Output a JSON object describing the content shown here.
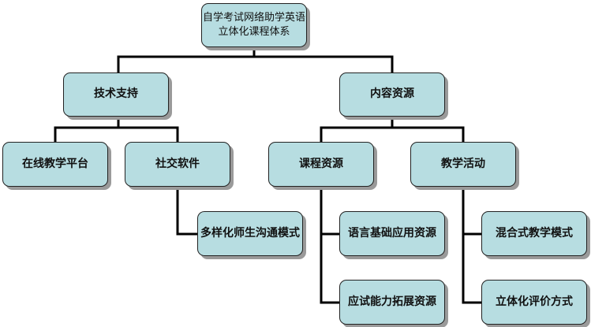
{
  "root": {
    "line1": "自学考试网络助学英语",
    "line2": "立体化课程体系"
  },
  "level1": {
    "tech_support": "技术支持",
    "content_resources": "内容资源"
  },
  "level2": {
    "online_platform": "在线教学平台",
    "social_software": "社交软件",
    "course_resources": "课程资源",
    "teaching_activities": "教学活动"
  },
  "level3": {
    "communication_modes": "多样化师生沟通模式",
    "language_basics": "语言基础应用资源",
    "exam_ability": "应试能力拓展资源",
    "blended_teaching": "混合式教学模式",
    "evaluation_methods": "立体化评价方式"
  },
  "colors": {
    "box_fill": "#b7dde1",
    "box_border": "#222222",
    "connector": "#000000",
    "shadow": "#9a9a9a"
  }
}
